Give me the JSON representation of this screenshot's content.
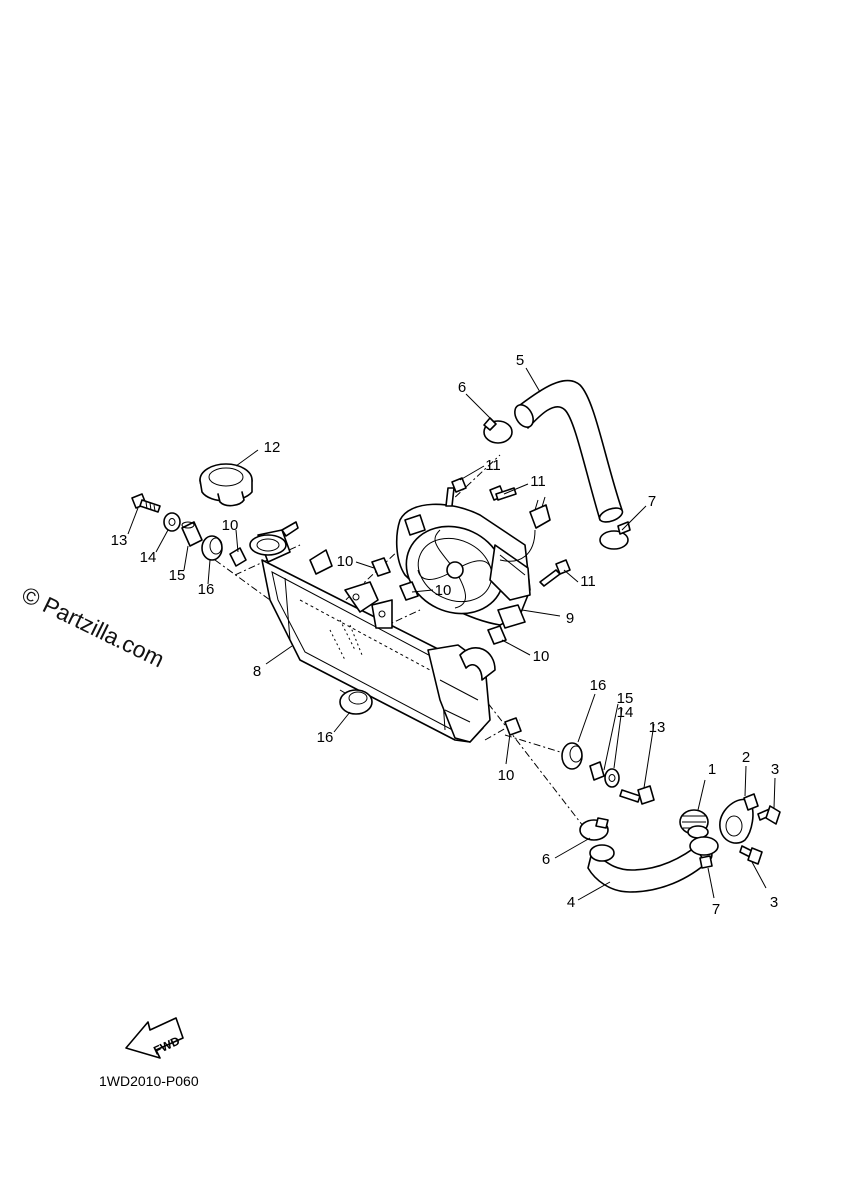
{
  "watermark": "© Partzilla.com",
  "diagram_code": "1WD2010-P060",
  "fwd_label": "FWD",
  "callouts": {
    "c1": "1",
    "c2": "2",
    "c3a": "3",
    "c3b": "3",
    "c4": "4",
    "c5": "5",
    "c6a": "6",
    "c6b": "6",
    "c7a": "7",
    "c7b": "7",
    "c8": "8",
    "c9": "9",
    "c10a": "10",
    "c10b": "10",
    "c10c": "10",
    "c10d": "10",
    "c10e": "10",
    "c11a": "11",
    "c11b": "11",
    "c11c": "11",
    "c12": "12",
    "c13a": "13",
    "c13b": "13",
    "c14a": "14",
    "c14b": "14",
    "c15a": "15",
    "c15b": "15",
    "c16a": "16",
    "c16b": "16",
    "c16c": "16"
  }
}
